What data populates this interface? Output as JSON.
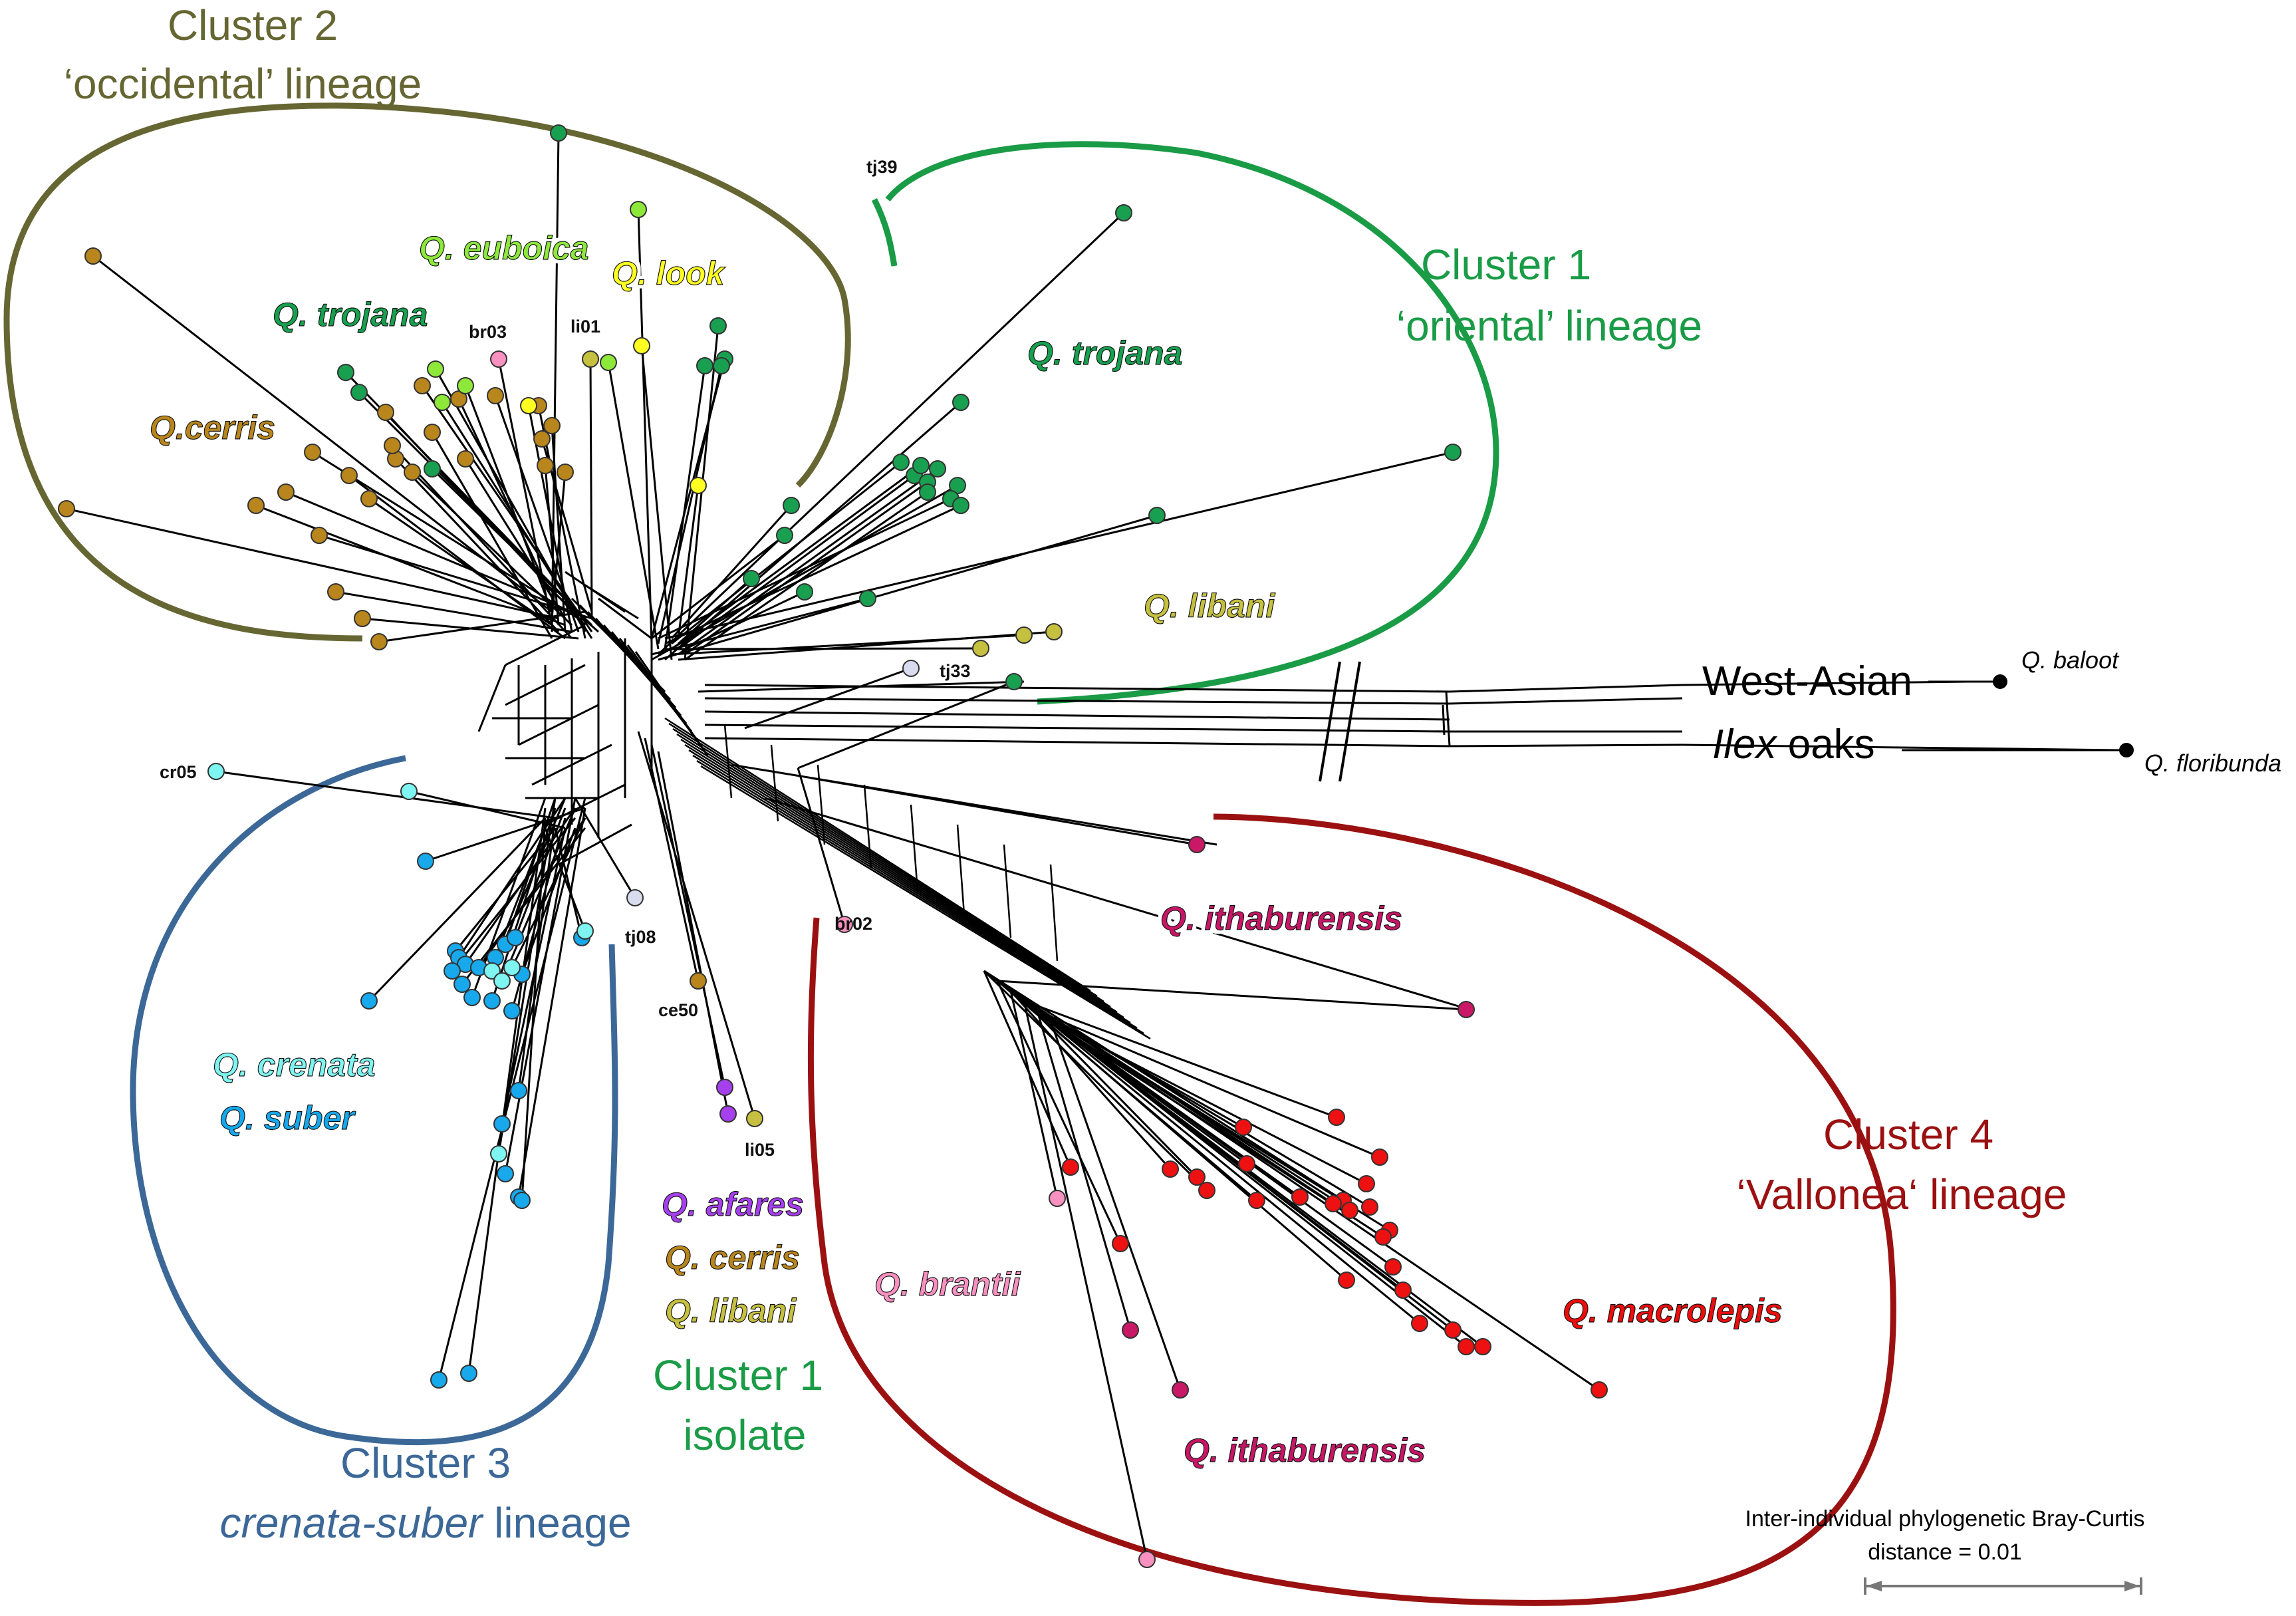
{
  "colors": {
    "cluster1": "#1a9b46",
    "cluster2": "#666633",
    "cluster3": "#3c6898",
    "cluster4": "#9b1111",
    "trojana": "#18a050",
    "euboica": "#8ee83a",
    "look": "#ffff22",
    "cerris": "#b8861c",
    "libani": "#c6c040",
    "crenata": "#7ef5f0",
    "suber": "#18a8ec",
    "afares": "#a640ee",
    "brantii": "#f890c0",
    "ithaburensis": "#c81866",
    "macrolepis": "#ee1111",
    "tj_pale": "#d8dcee",
    "br03": "#f890c0",
    "br02": "#f890c0"
  },
  "clusters": {
    "c2_line1": "Cluster  2",
    "c2_line2": "‘occidental’ lineage",
    "c1_line1": "Cluster 1",
    "c1_line2": "‘oriental’ lineage",
    "c3_line1": "Cluster 3",
    "c3_line2a": "crenata-suber",
    "c3_line2b": " lineage",
    "c4_line1": "Cluster 4",
    "c4_line2": "‘Vallonea‘ lineage",
    "iso_line1": "Cluster 1",
    "iso_line2": "isolate"
  },
  "species": {
    "euboica": "Q. euboica",
    "look": "Q. look",
    "trojana_c2": "Q. trojana",
    "cerris_c2": "Q.cerris",
    "trojana_c1": "Q. trojana",
    "libani_c1": "Q. libani",
    "crenata": "Q. crenata",
    "suber": "Q. suber",
    "afares": "Q. afares",
    "cerris_iso": "Q. cerris",
    "libani_iso": "Q. libani",
    "brantii": "Q. brantii",
    "ithaburensis_top": "Q. ithaburensis",
    "ithaburensis_bottom": "Q. ithaburensis",
    "macrolepis": "Q. macrolepis"
  },
  "samples": {
    "tj39": "tj39",
    "br03": "br03",
    "li01": "li01",
    "tj33": "tj33",
    "cr05": "cr05",
    "tj08": "tj08",
    "ce50": "ce50",
    "li05": "li05",
    "br02": "br02"
  },
  "outgroup": {
    "line1": "West-Asian",
    "line2_italic": "Ilex",
    "line2_rest": " oaks",
    "baloot": "Q. baloot",
    "floribunda": "Q. floribunda"
  },
  "scale": {
    "line1": "Inter-individual phylogenetic Bray-Curtis",
    "line2": "distance = 0.01"
  }
}
